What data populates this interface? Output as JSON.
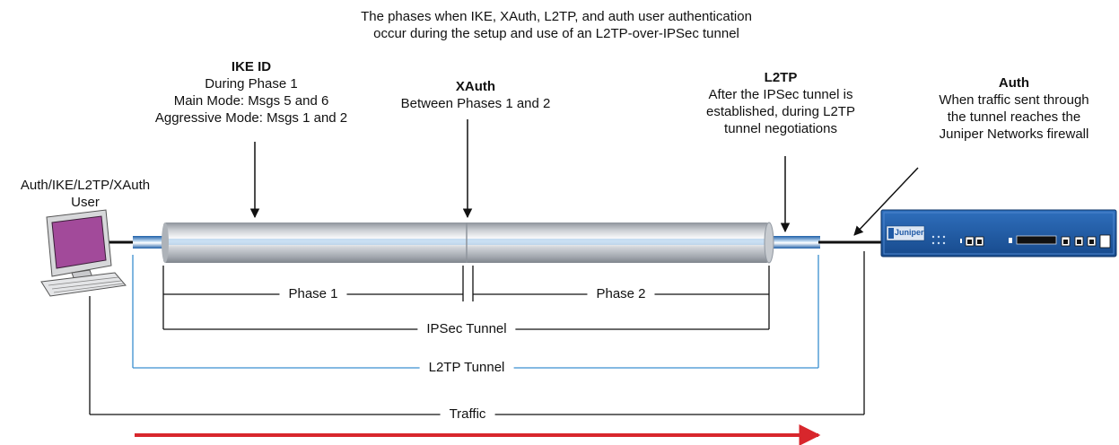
{
  "title": {
    "line1": "The phases when IKE, XAuth, L2TP, and auth user authentication",
    "line2": "occur during the setup and use of an L2TP-over-IPSec tunnel"
  },
  "annotations": {
    "ike": {
      "heading": "IKE ID",
      "lines": [
        "During Phase 1",
        "Main Mode: Msgs 5 and 6",
        "Aggressive Mode: Msgs 1 and 2"
      ]
    },
    "xauth": {
      "heading": "XAuth",
      "lines": [
        "Between Phases 1 and 2"
      ]
    },
    "l2tp": {
      "heading": "L2TP",
      "lines": [
        "After the IPSec tunnel is",
        "established, during L2TP",
        "tunnel negotiations"
      ]
    },
    "auth": {
      "heading": "Auth",
      "lines": [
        "When traffic sent through",
        "the tunnel reaches the",
        "Juniper Networks firewall"
      ]
    }
  },
  "user": {
    "lines": [
      "Auth/IKE/L2TP/XAuth",
      "User"
    ]
  },
  "spans": {
    "phase1": "Phase 1",
    "phase2": "Phase 2",
    "ipsec_tunnel": "IPSec Tunnel",
    "l2tp_tunnel": "L2TP Tunnel",
    "traffic": "Traffic"
  },
  "firewall": {
    "logo": "Juniper"
  },
  "colors": {
    "tube_gray": "#b4b8be",
    "tube_highlight": "#ffffff",
    "inner_tube_blue": "#2a6fb8",
    "l2tp_line": "#3a8fd0",
    "traffic_arrow": "#d8262c",
    "monitor_screen": "#a24a9a",
    "firewall_blue": "#1f5aa6"
  },
  "icons": {
    "user": "computer-icon",
    "firewall": "juniper-firewall-icon"
  }
}
